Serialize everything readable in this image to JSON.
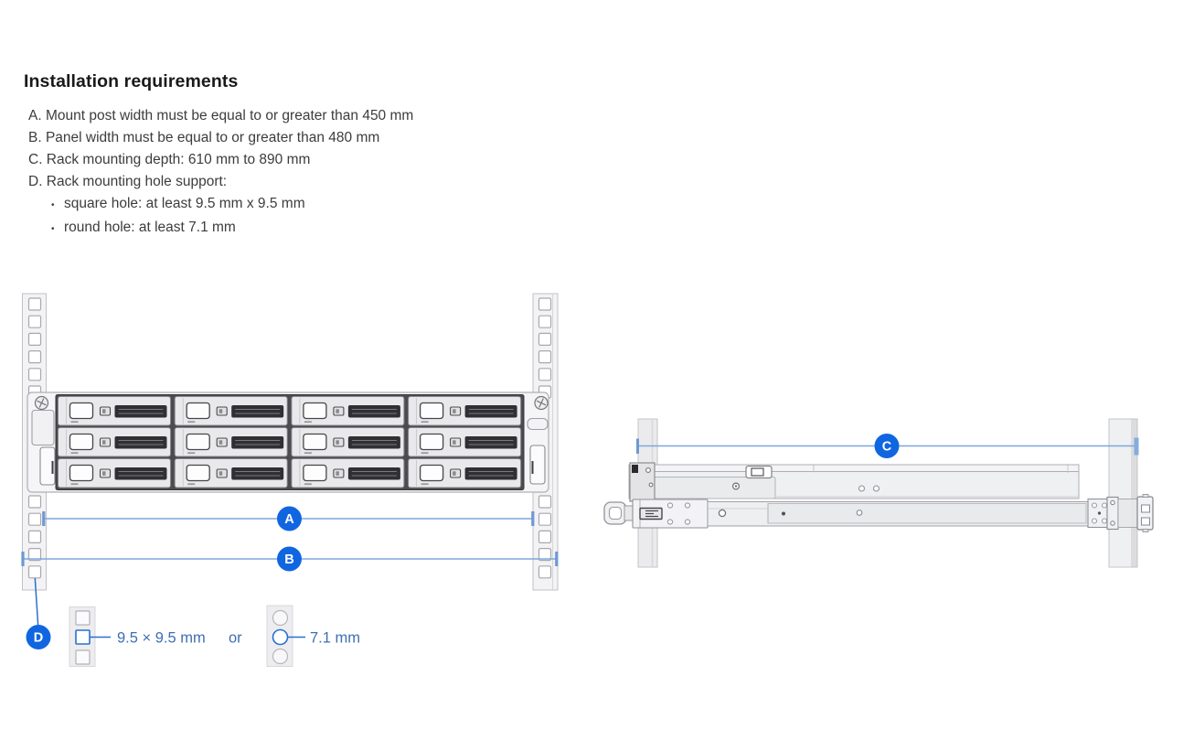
{
  "title": "Installation requirements",
  "bullet_char": "•",
  "requirements": [
    {
      "text": "A. Mount post width must be equal to or greater than 450 mm"
    },
    {
      "text": "B. Panel width must be equal to or greater than 480 mm"
    },
    {
      "text": "C. Rack mounting depth: 610 mm to 890 mm"
    },
    {
      "text": "D. Rack mounting hole support:"
    }
  ],
  "sub_requirements": [
    {
      "text": "square hole: at least 9.5 mm x 9.5 mm"
    },
    {
      "text": "round hole: at least 7.1 mm"
    }
  ],
  "front_view": {
    "label_a": "A",
    "label_b": "B",
    "label_d": "D"
  },
  "side_view": {
    "label_c": "C"
  },
  "hole_detail": {
    "square_dimension": "9.5 × 9.5 mm",
    "or_text": "or",
    "round_dimension": "7.1 mm"
  },
  "colors": {
    "accent_blue": "#1066e0",
    "dimension_line_blue": "#7ea6dd",
    "dimension_tick_blue": "#6d98d4",
    "callout_blue": "#2a6fd0",
    "dimension_text_blue": "#3f6fb2",
    "body_text": "#3c3c3e",
    "heading_text": "#1a1a1c"
  }
}
